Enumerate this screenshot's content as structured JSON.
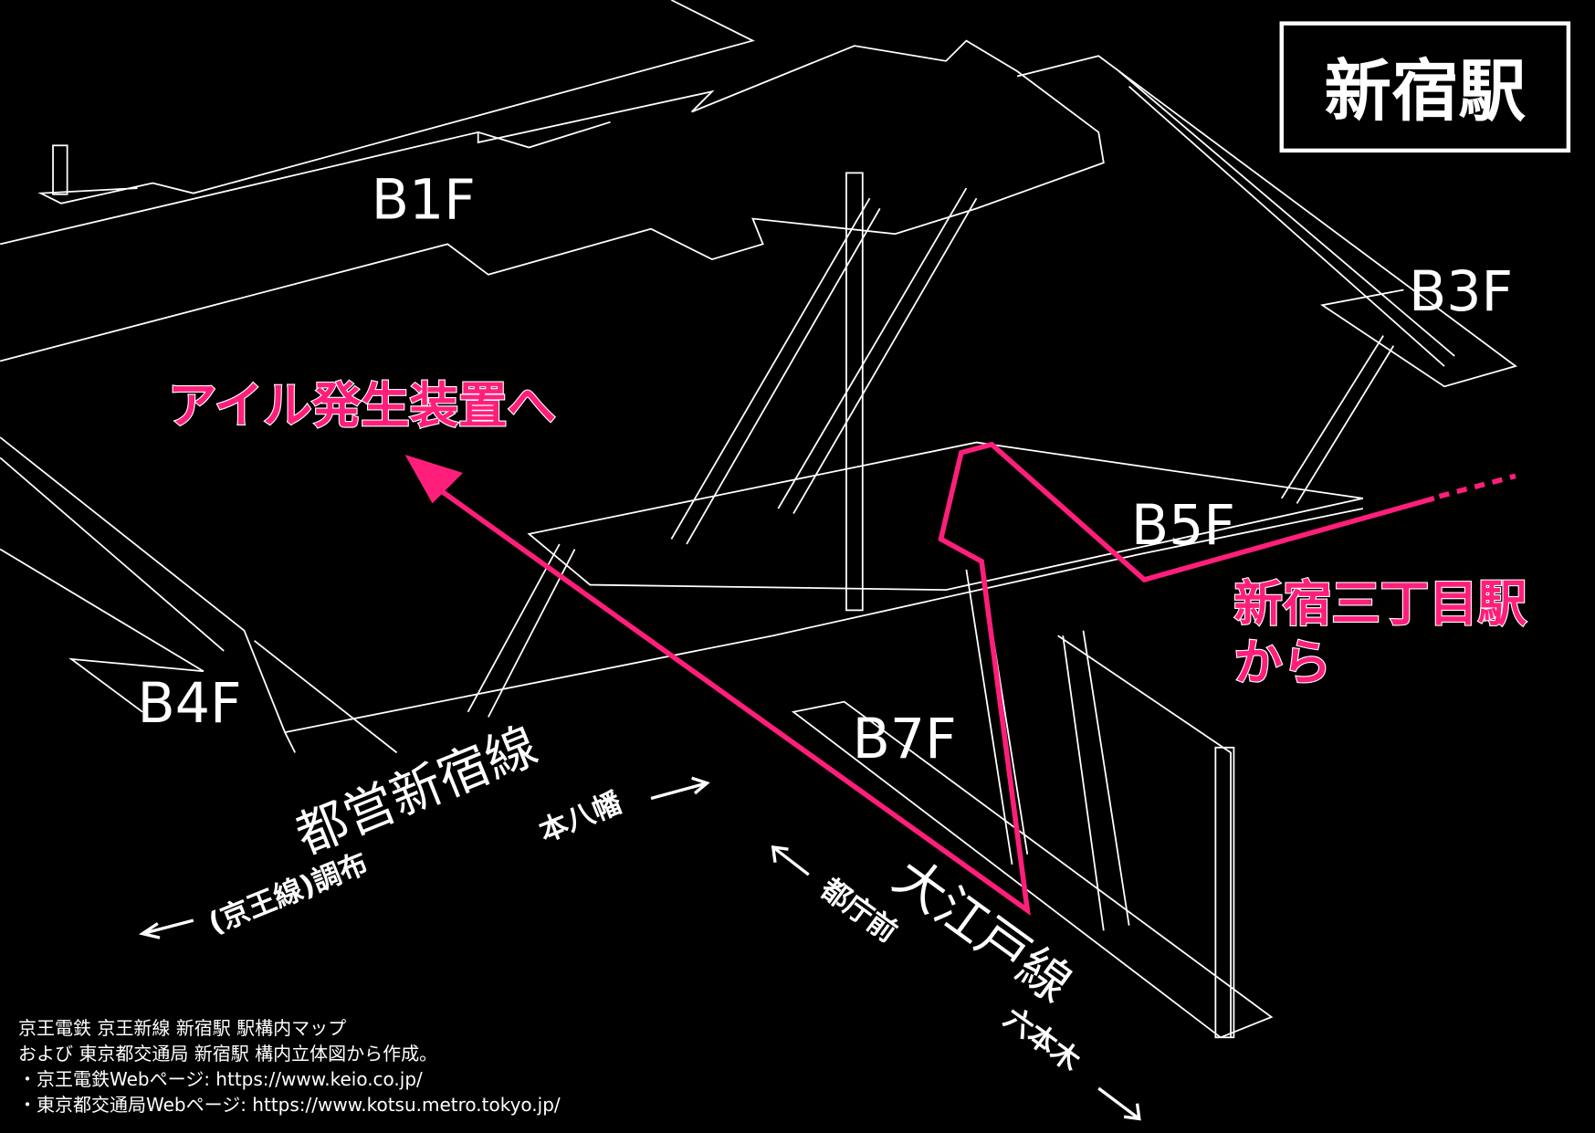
{
  "title": "新宿駅",
  "floors": {
    "b1f": "B1F",
    "b3f": "B3F",
    "b4f": "B4F",
    "b5f": "B5F",
    "b7f": "B7F"
  },
  "route": {
    "to": "アイル発生装置へ",
    "from_line1": "新宿三丁目駅",
    "from_line2": "から",
    "color": "#ff1f7a"
  },
  "lines": {
    "shinjuku_line": "都営新宿線",
    "shinjuku_east": "本八幡",
    "shinjuku_west": "(京王線)調布",
    "oedo_line": "大江戸線",
    "oedo_north": "都庁前",
    "oedo_south": "六本木"
  },
  "credits": [
    "京王電鉄 京王新線 新宿駅 駅構内マップ",
    "および 東京都交通局 新宿駅 構内立体図から作成。",
    "・京王電鉄Webページ: https://www.keio.co.jp/",
    "・東京都交通局Webページ: https://www.kotsu.metro.tokyo.jp/"
  ]
}
